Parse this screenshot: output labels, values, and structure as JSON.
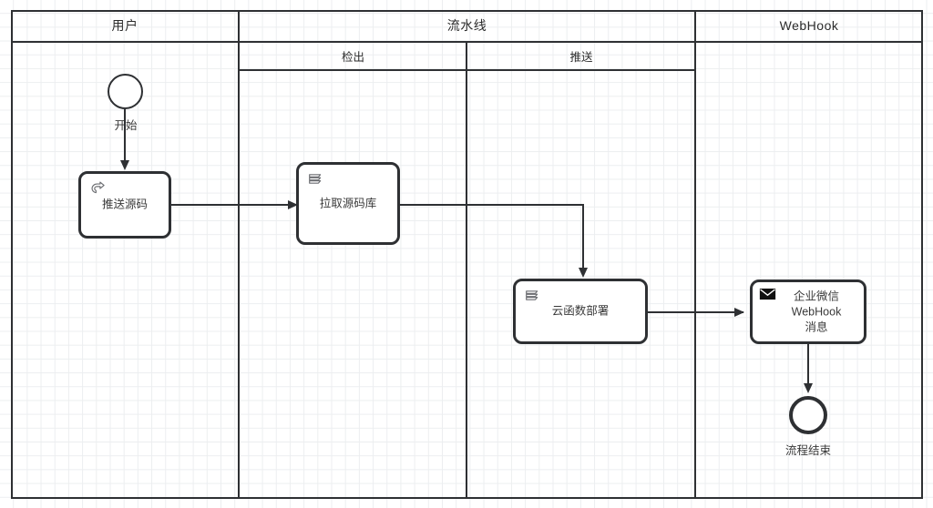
{
  "diagram": {
    "type": "bpmn-swimlane",
    "lanes": [
      {
        "id": "user",
        "label": "用户"
      },
      {
        "id": "pipeline",
        "label": "流水线"
      },
      {
        "id": "webhook",
        "label": "WebHook"
      }
    ],
    "sublanes": [
      {
        "id": "checkout",
        "label": "检出",
        "parent": "pipeline"
      },
      {
        "id": "push",
        "label": "推送",
        "parent": "pipeline"
      }
    ],
    "nodes": [
      {
        "id": "start",
        "kind": "start-event",
        "label": "开始",
        "lane": "user"
      },
      {
        "id": "push-src",
        "kind": "manual-task",
        "label": "推送源码",
        "icon": "pointing-hand-icon",
        "lane": "user"
      },
      {
        "id": "pull-repo",
        "kind": "script-task",
        "label": "拉取源码库",
        "icon": "script-stack-icon",
        "lane": "checkout"
      },
      {
        "id": "deploy-fn",
        "kind": "script-task",
        "label": "云函数部署",
        "icon": "script-stack-icon",
        "lane": "push"
      },
      {
        "id": "wecom-msg",
        "kind": "send-task",
        "label": "企业微信\nWebHook\n消息",
        "icon": "envelope-icon",
        "lane": "webhook"
      },
      {
        "id": "end",
        "kind": "end-event",
        "label": "流程结束",
        "lane": "webhook"
      }
    ],
    "flows": [
      {
        "from": "start",
        "to": "push-src"
      },
      {
        "from": "push-src",
        "to": "pull-repo"
      },
      {
        "from": "pull-repo",
        "to": "deploy-fn"
      },
      {
        "from": "deploy-fn",
        "to": "wecom-msg"
      },
      {
        "from": "wecom-msg",
        "to": "end"
      }
    ],
    "colors": {
      "stroke": "#2e3033",
      "text": "#3a3a3a",
      "background": "#ffffff",
      "grid": "#eceef0"
    }
  }
}
